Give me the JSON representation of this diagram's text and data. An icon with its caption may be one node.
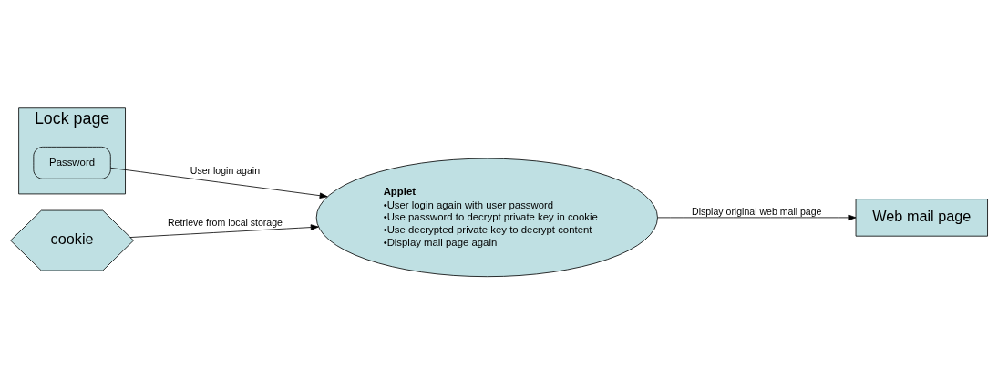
{
  "diagram": {
    "nodes": [
      {
        "text": [
          "Lock page"
        ]
      },
      {
        "text": [
          "Password"
        ],
        "in": 0
      },
      {
        "text": [
          "Applet",
          "•User login again with user password",
          "•Use password to decrypt private key in cookie",
          "•Use decrypted private key to decrypt content",
          "•Display mail page again"
        ]
      },
      {
        "text": [
          "Web mail page"
        ]
      },
      {
        "text": [
          "cookie"
        ]
      }
    ],
    "edges": [
      {
        "from": 1,
        "to": 2,
        "arrow": "to",
        "label": "User login again"
      },
      {
        "from": 2,
        "to": 3,
        "arrow": "to",
        "label": "Display original web mail page"
      },
      {
        "from": 4,
        "to": 2,
        "arrow": "to",
        "label": "Retrieve from local storage"
      }
    ]
  }
}
